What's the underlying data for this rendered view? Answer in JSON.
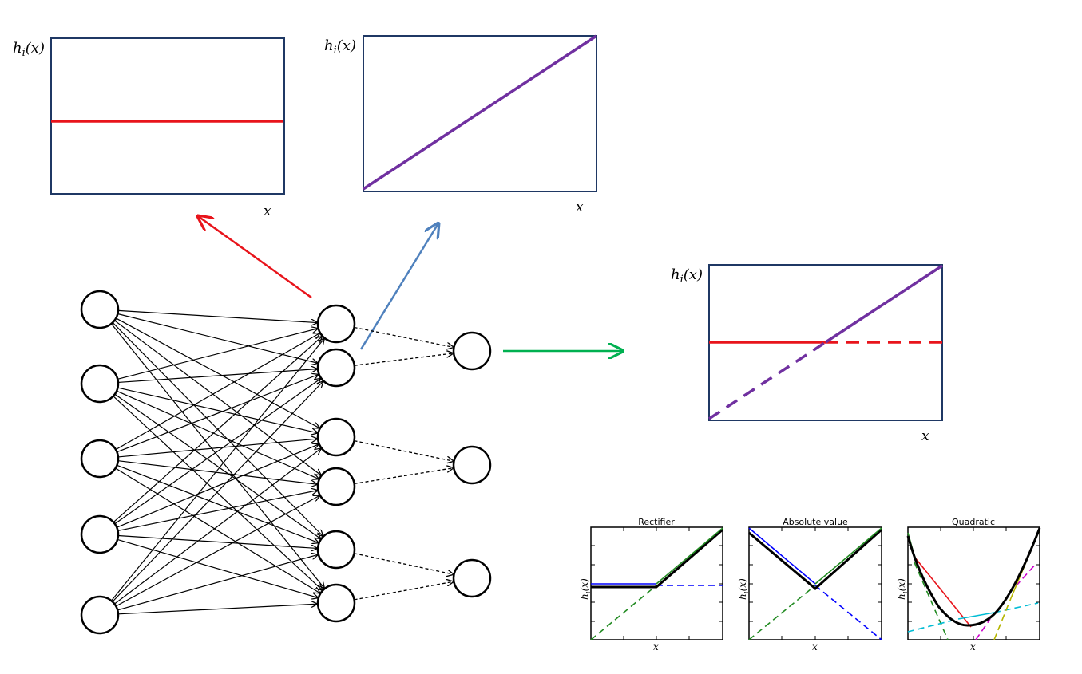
{
  "plot_axis": {
    "y_label": "h",
    "y_label_sub": "i",
    "y_label_arg": "(x)",
    "x_label": "x"
  },
  "mini_plots": [
    {
      "title": "Rectifier",
      "x_label": "x",
      "y_label": "h",
      "y_label_sub": "i",
      "y_label_arg": "(x)"
    },
    {
      "title": "Absolute value",
      "x_label": "x",
      "y_label": "h",
      "y_label_sub": "i",
      "y_label_arg": "(x)"
    },
    {
      "title": "Quadratic",
      "x_label": "x",
      "y_label": "h",
      "y_label_sub": "i",
      "y_label_arg": "(x)"
    }
  ],
  "network": {
    "input_nodes": 5,
    "hidden_nodes": 6,
    "output_nodes": 3
  },
  "colors": {
    "red": "#e8141b",
    "purple": "#7030a0",
    "blue_arrow": "#4f81bd",
    "green_arrow": "#00b050",
    "frame": "#1f3864"
  }
}
